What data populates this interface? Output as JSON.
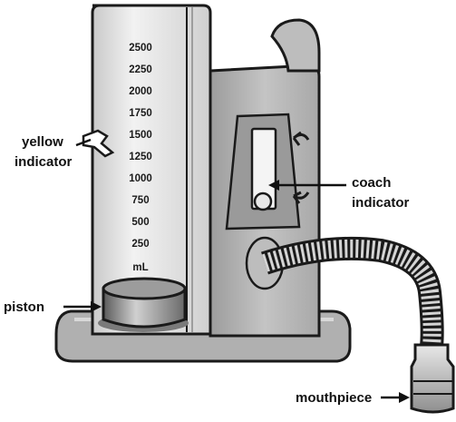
{
  "scale": {
    "marks": [
      "2500",
      "2250",
      "2000",
      "1750",
      "1500",
      "1250",
      "1000",
      "750",
      "500",
      "250"
    ],
    "unit": "mL"
  },
  "callouts": {
    "yellow_indicator": [
      "yellow",
      "indicator"
    ],
    "coach_indicator": [
      "coach",
      "indicator"
    ],
    "piston": "piston",
    "mouthpiece": "mouthpiece"
  },
  "colors": {
    "outline": "#1a1a1a",
    "body_gray": "#b5b5b5",
    "cylinder_light": "#e2e2e2",
    "background": "#ffffff"
  }
}
